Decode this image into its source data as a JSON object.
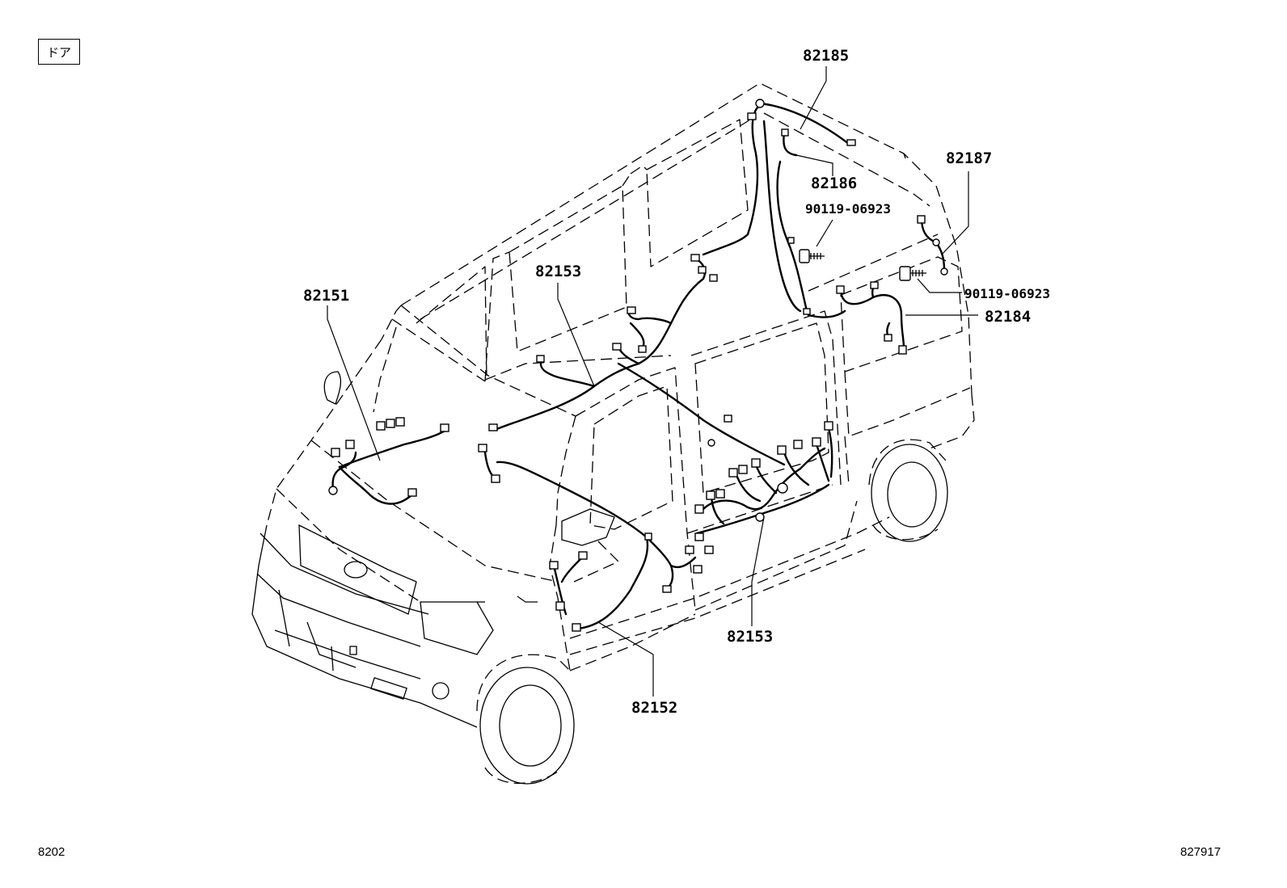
{
  "section_tag": "ドア",
  "page_code": "8202",
  "diagram_id": "827917",
  "parts": {
    "p82185": "82185",
    "p82186": "82186",
    "p82187": "82187",
    "bolt_upper": "90119-06923",
    "bolt_lower": "90119-06923",
    "p82184": "82184",
    "p82153_top": "82153",
    "p82151": "82151",
    "p82153_bottom": "82153",
    "p82152": "82152"
  }
}
